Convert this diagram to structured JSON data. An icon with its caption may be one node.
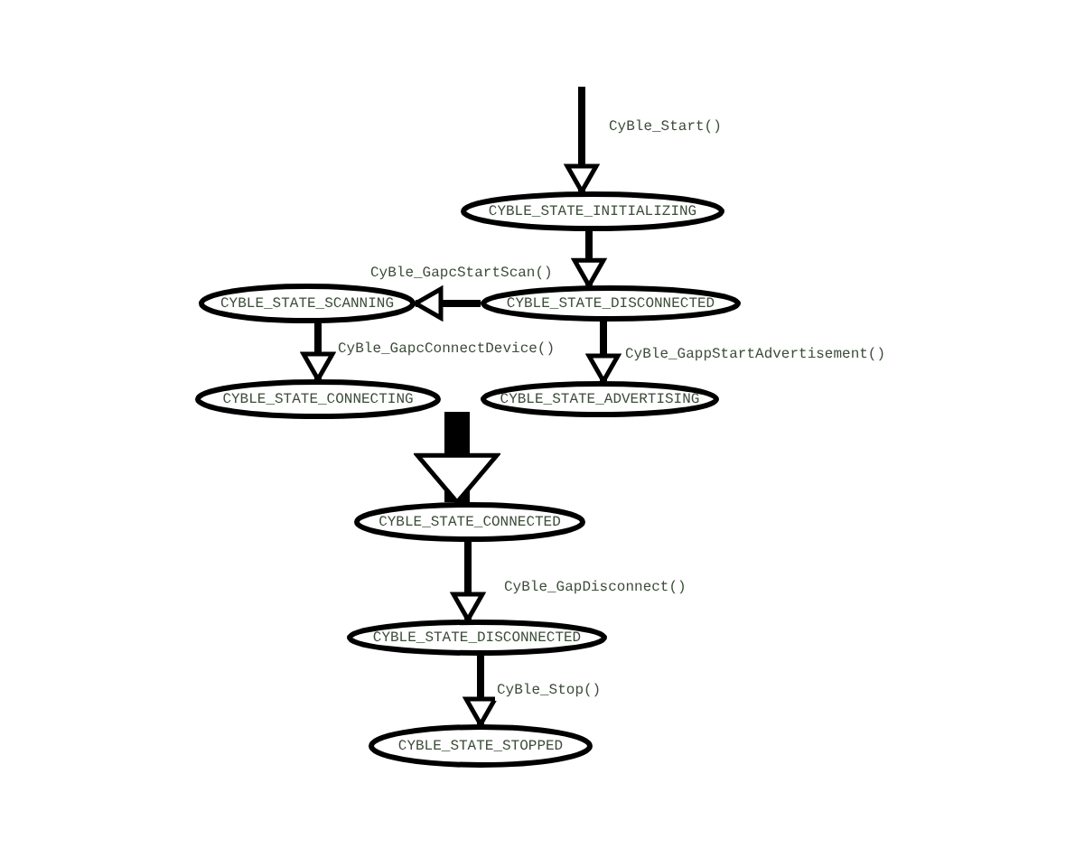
{
  "diagram": {
    "nodes": [
      {
        "text": [
          "CYBLE_STATE_INITIALIZING"
        ]
      },
      {
        "text": [
          "CYBLE_STATE_DISCONNECTED"
        ]
      },
      {
        "text": [
          "CYBLE_STATE_SCANNING"
        ]
      },
      {
        "text": [
          "CYBLE_STATE_CONNECTING"
        ]
      },
      {
        "text": [
          "CYBLE_STATE_ADVERTISING"
        ]
      },
      {
        "text": [
          "CYBLE_STATE_CONNECTED"
        ]
      },
      {
        "text": [
          "CYBLE_STATE_DISCONNECTED"
        ]
      },
      {
        "text": [
          "CYBLE_STATE_STOPPED"
        ]
      }
    ],
    "edges": [
      {
        "from": null,
        "to": 0,
        "arrow": "to",
        "label": "CyBle_Start()"
      },
      {
        "from": 0,
        "to": 1,
        "arrow": "to"
      },
      {
        "from": 1,
        "to": 2,
        "arrow": "to",
        "label": "CyBle_GapcStartScan()"
      },
      {
        "from": 2,
        "to": 3,
        "arrow": "to",
        "label": "CyBle_GapcConnectDevice()"
      },
      {
        "from": 1,
        "to": 4,
        "arrow": "to",
        "label": "CyBle_GappStartAdvertisement()"
      },
      {
        "from": null,
        "to": 5,
        "arrow": "to",
        "style": "thick"
      },
      {
        "from": 5,
        "to": 6,
        "arrow": "to",
        "label": "CyBle_GapDisconnect()"
      },
      {
        "from": 6,
        "to": 7,
        "arrow": "to",
        "label": "CyBle_Stop()"
      }
    ]
  }
}
